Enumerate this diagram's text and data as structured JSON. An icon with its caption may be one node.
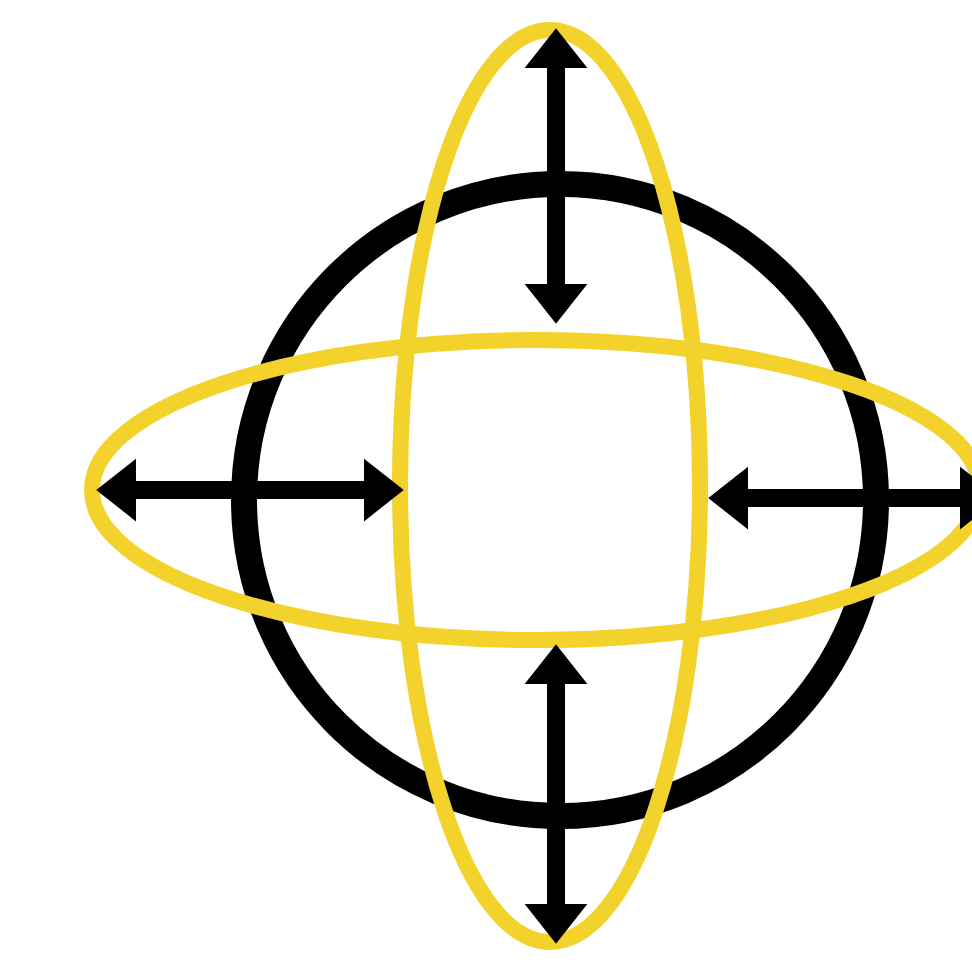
{
  "diagram": {
    "nodes": [
      {
        "text": [],
        "shape": "circle"
      },
      {
        "text": [],
        "shape": "ellipse"
      },
      {
        "text": [],
        "shape": "ellipse"
      }
    ]
  }
}
